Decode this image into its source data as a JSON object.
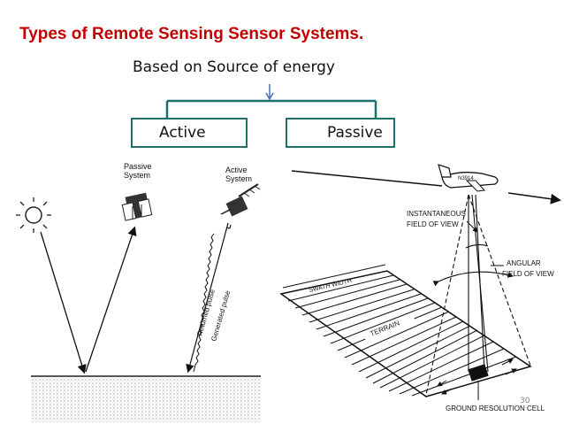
{
  "slide": {
    "title": "Types of Remote Sensing Sensor Systems.",
    "subtitle": "Based on Source of energy",
    "categories": [
      "Active",
      "Passive"
    ],
    "page_number": "30"
  },
  "left_figure": {
    "passive_label_line1": "Passive",
    "passive_label_line2": "System",
    "active_label_line1": "Active",
    "active_label_line2": "System",
    "returned_pulse": "Returned pulse",
    "generated_pulse": "Generated pulse"
  },
  "right_figure": {
    "ifov_line1": "INSTANTANEOUS",
    "ifov_line2": "FIELD OF VIEW",
    "afov_line1": "ANGULAR",
    "afov_line2": "FIELD OF VIEW",
    "swath_width": "SWATH WIDTH",
    "terrain": "TERRAIN",
    "ground_cell": "GROUND RESOLUTION CELL",
    "aircraft_marking": "N3914"
  },
  "colors": {
    "title": "#c00000",
    "box_border": "#1f6f6a",
    "bracket": "#1f6f6a",
    "arrow": "#4a6fb5"
  }
}
